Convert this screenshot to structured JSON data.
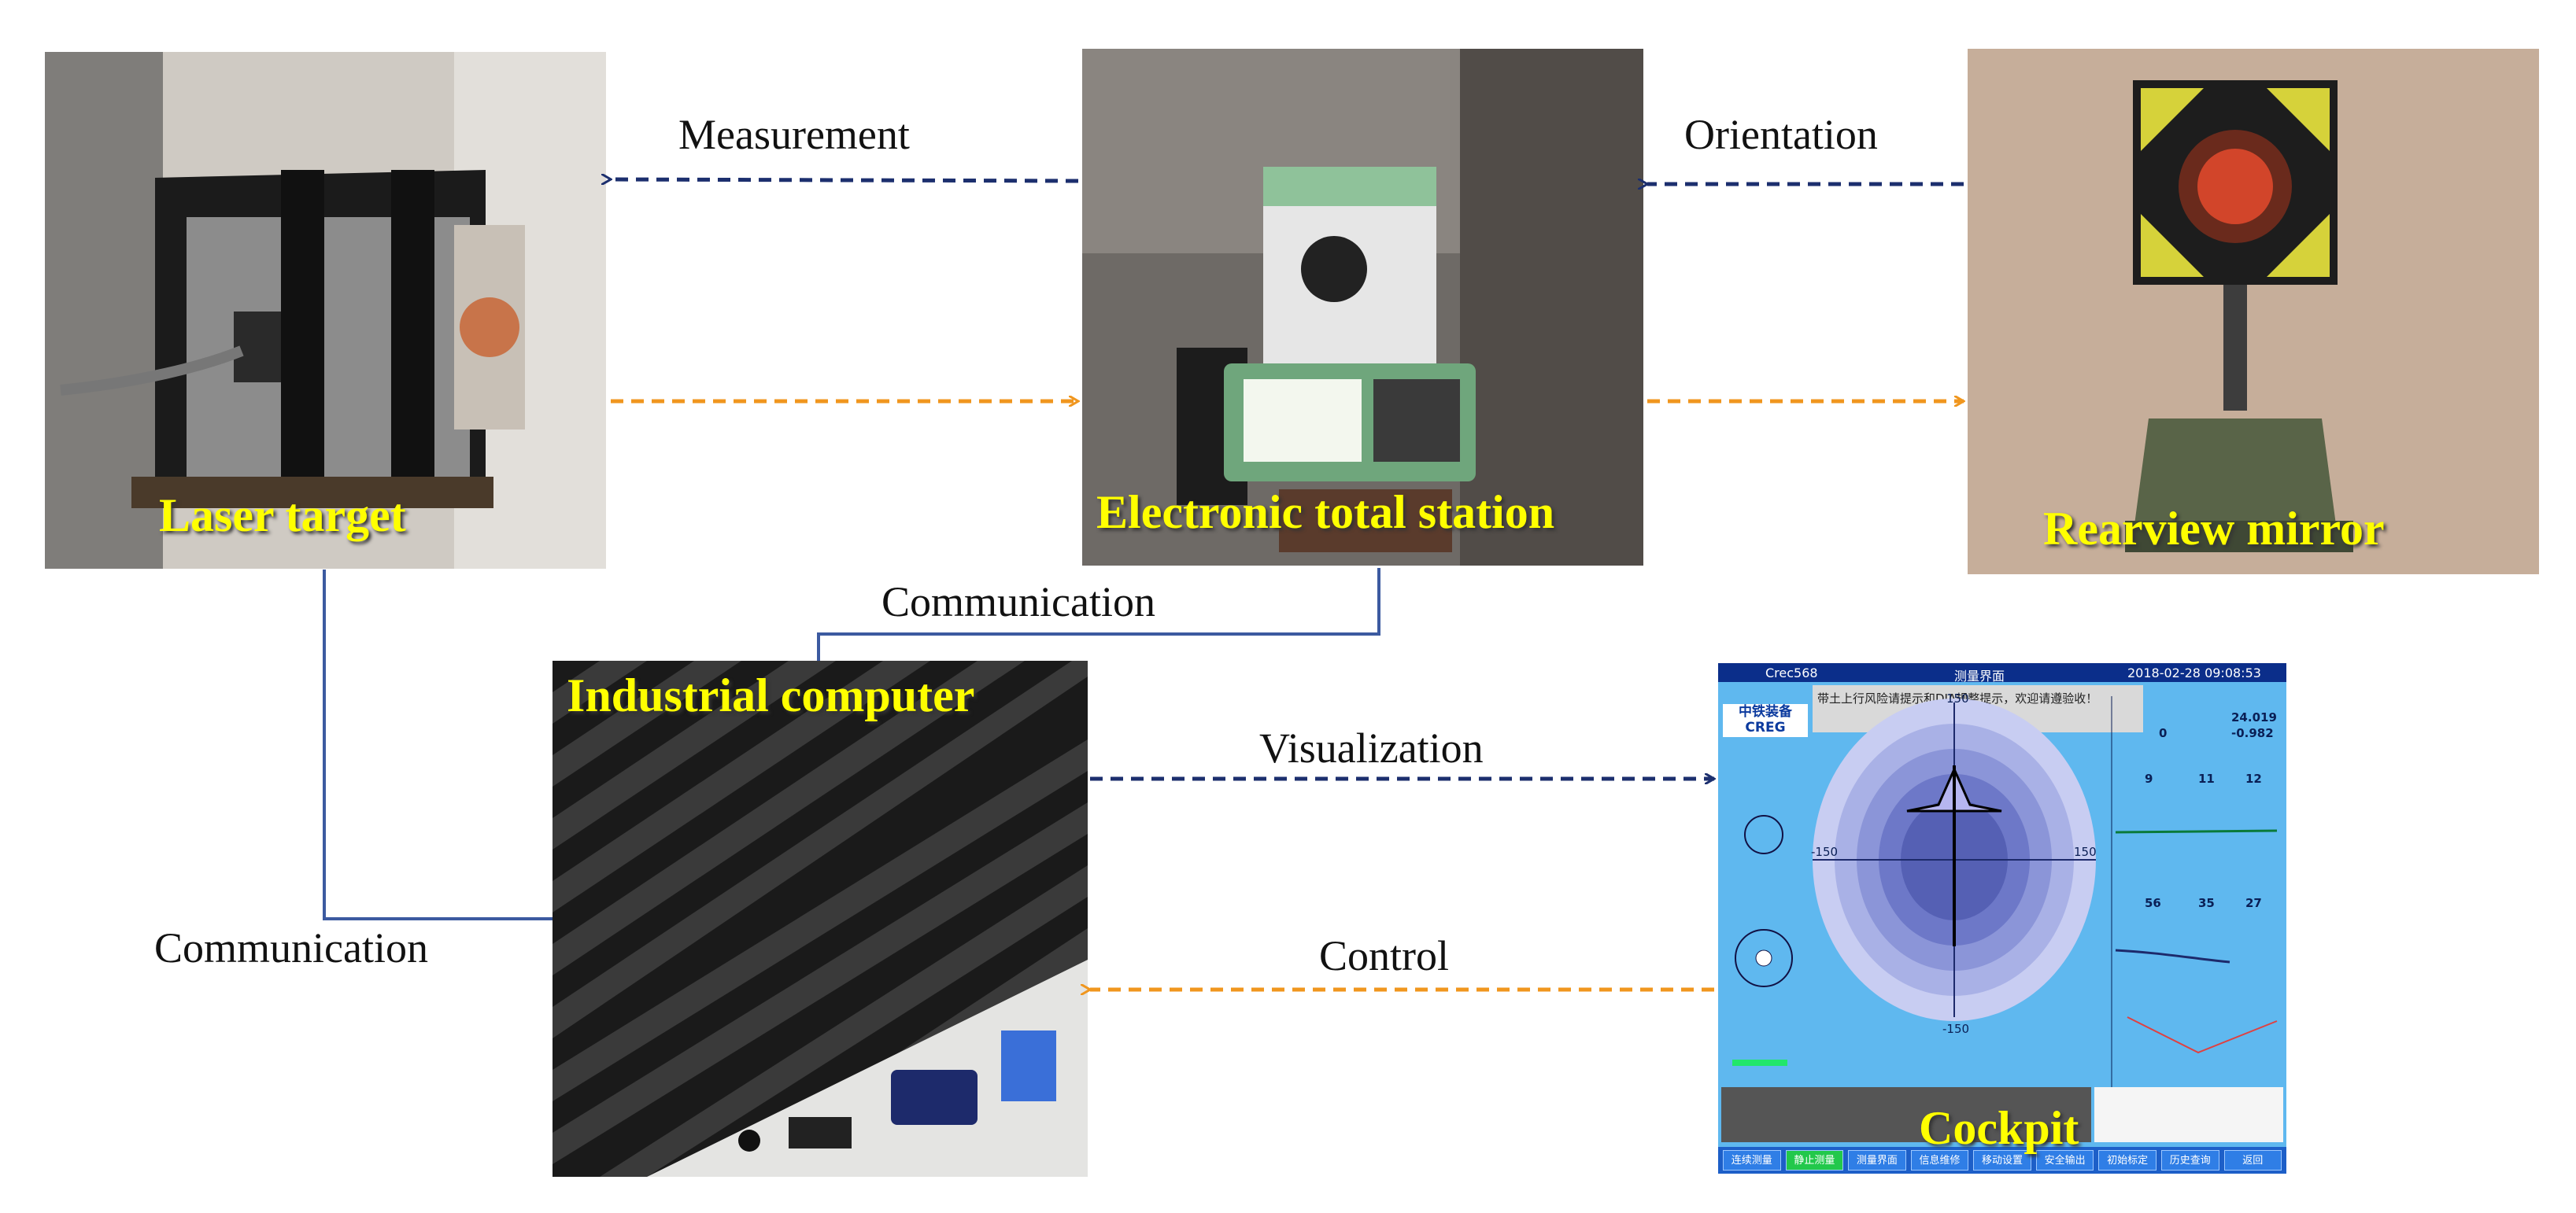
{
  "nodes": {
    "laser_target": "Laser target",
    "total_station": "Electronic total station",
    "rearview_mirror": "Rearview mirror",
    "industrial_computer": "Industrial computer",
    "cockpit": "Cockpit"
  },
  "edges": {
    "measurement": "Measurement",
    "orientation": "Orientation",
    "communication_top": "Communication",
    "communication_left": "Communication",
    "visualization": "Visualization",
    "control": "Control"
  },
  "colors": {
    "dashed_blue": "#1c2f6e",
    "dashed_orange": "#f0961e",
    "solid_line": "#3c5aa0",
    "caption": "#ffff00"
  },
  "cockpit_screen": {
    "top_left_title": "Crec568",
    "top_center_title": "测量界面",
    "top_right_datetime": "2018-02-28 09:08:53",
    "logo_cn": "中铁装备",
    "logo_en": "CREG",
    "message": "带土上行风险请提示和DIA规整提示，欢迎请遵验收！",
    "val_a": "24.019",
    "val_b": "-0.982",
    "val_c": "0",
    "horiz_vals": [
      "9",
      "11",
      "12"
    ],
    "vert_vals": [
      "56",
      "35",
      "27"
    ],
    "axis_top": "150",
    "axis_bottom": "-150",
    "axis_left": "-150",
    "axis_right": "150",
    "buttons": [
      "连续测量",
      "静止测量",
      "测量界面",
      "信息维修",
      "移动设置",
      "安全输出",
      "初始标定",
      "历史查询",
      "返回"
    ]
  }
}
